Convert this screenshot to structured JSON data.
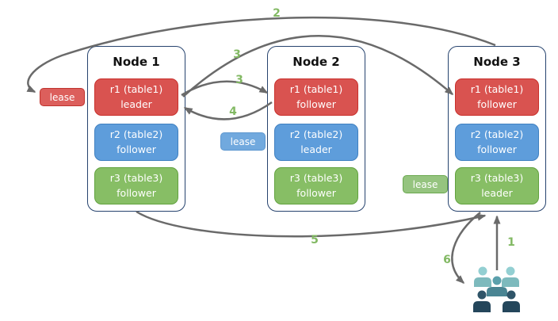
{
  "nodes": [
    {
      "title": "Node 1",
      "replicas": [
        {
          "name": "r1 (table1)",
          "role": "leader",
          "color": "red"
        },
        {
          "name": "r2 (table2)",
          "role": "follower",
          "color": "blue"
        },
        {
          "name": "r3 (table3)",
          "role": "follower",
          "color": "green"
        }
      ]
    },
    {
      "title": "Node 2",
      "replicas": [
        {
          "name": "r1 (table1)",
          "role": "follower",
          "color": "red"
        },
        {
          "name": "r2 (table2)",
          "role": "leader",
          "color": "blue"
        },
        {
          "name": "r3 (table3)",
          "role": "follower",
          "color": "green"
        }
      ]
    },
    {
      "title": "Node 3",
      "replicas": [
        {
          "name": "r1 (table1)",
          "role": "follower",
          "color": "red"
        },
        {
          "name": "r2 (table2)",
          "role": "follower",
          "color": "blue"
        },
        {
          "name": "r3 (table3)",
          "role": "leader",
          "color": "green"
        }
      ]
    }
  ],
  "leases": {
    "red": {
      "label": "lease"
    },
    "blue": {
      "label": "lease"
    },
    "green": {
      "label": "lease"
    }
  },
  "steps": {
    "s1": "1",
    "s2": "2",
    "s3_node3": "3",
    "s3_node2": "3",
    "s4": "4",
    "s5": "5",
    "s6": "6"
  },
  "colors": {
    "replica_red": "#D95350",
    "replica_red_border": "#C9302C",
    "replica_blue": "#5E9DDB",
    "replica_blue_border": "#4080C0",
    "replica_green": "#87BE65",
    "replica_green_border": "#62A23F",
    "lease_red": "#DC5F5C",
    "lease_blue": "#71A9DE",
    "lease_green": "#95C47F",
    "node_border": "#26436E",
    "arrow": "#6A6A6A",
    "step_label": "#82B963",
    "client_back": "#7DBABD",
    "client_mid": "#4A8593",
    "client_front": "#24465B"
  }
}
